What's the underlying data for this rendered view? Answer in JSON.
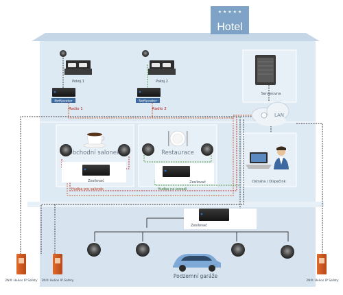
{
  "sign": "Hotel",
  "rooms": [
    {
      "label": "Pokoj 1",
      "device": "NetSpeaker",
      "radio": "Radio 1"
    },
    {
      "label": "Pokoj 2",
      "device": "NetSpeaker",
      "radio": "Radio 2"
    }
  ],
  "server": {
    "label": "Serverovna"
  },
  "cloud": {
    "label": "LAN"
  },
  "salon": {
    "title": "Obchodní salonek",
    "amp": "Zesilovač",
    "music": "Hudba pro salonek"
  },
  "restaurant": {
    "title": "Restaurace",
    "amp": "Zesilovač",
    "music": "Hudba na pozadí"
  },
  "security": {
    "label": "Ostraha / Dispečink"
  },
  "garage": {
    "title": "Podzemní garáže",
    "amp": "Zesilovač"
  },
  "intercoms": [
    {
      "label": "2N® Helios IP Safety"
    },
    {
      "label": "2N® Helios IP Safety"
    },
    {
      "label": "2N® Helios IP Safety"
    }
  ],
  "colors": {
    "building": "#dde9f3",
    "roof": "#c5d7e6",
    "sign": "#7ea3c6",
    "line_orange": "#d05a2a",
    "line_red": "#c0282a",
    "line_green": "#4e9a3a",
    "line_dark": "#3c3c3c"
  }
}
